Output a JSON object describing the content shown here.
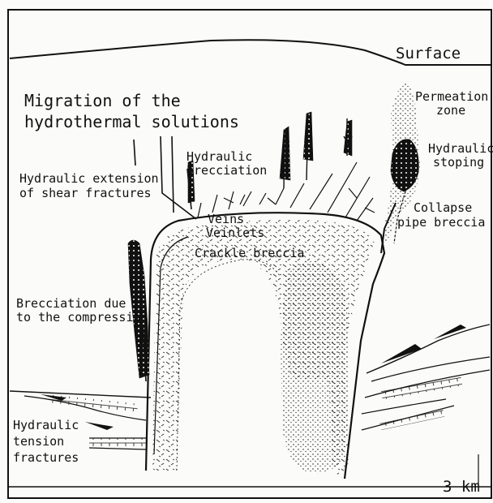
{
  "labels": {
    "surface": "Surface",
    "migration_line1": "Migration of the",
    "migration_line2": "hydrothermal solutions",
    "hydraulic_brecciation_line1": "Hydraulic",
    "hydraulic_brecciation_line2": "brecciation",
    "hydraulic_extension_line1": "Hydraulic extension",
    "hydraulic_extension_line2": "of shear fractures",
    "veins": "Veins",
    "veinlets": "Veinlets",
    "crackle_breccia": "Crackle breccia",
    "permeation_line1": "Permeation",
    "permeation_line2": "zone",
    "hydraulic_stoping_line1": "Hydraulic",
    "hydraulic_stoping_line2": "stoping",
    "collapse_line1": "Collapse",
    "collapse_line2": "pipe breccia",
    "compression_line1": "Brecciation due",
    "compression_line2": "to the compression",
    "tension_line1": "Hydraulic",
    "tension_line2": "tension",
    "tension_line3": "fractures",
    "scale": "3 km"
  },
  "colors": {
    "ink": "#111111",
    "paper": "#fbfbf9"
  }
}
